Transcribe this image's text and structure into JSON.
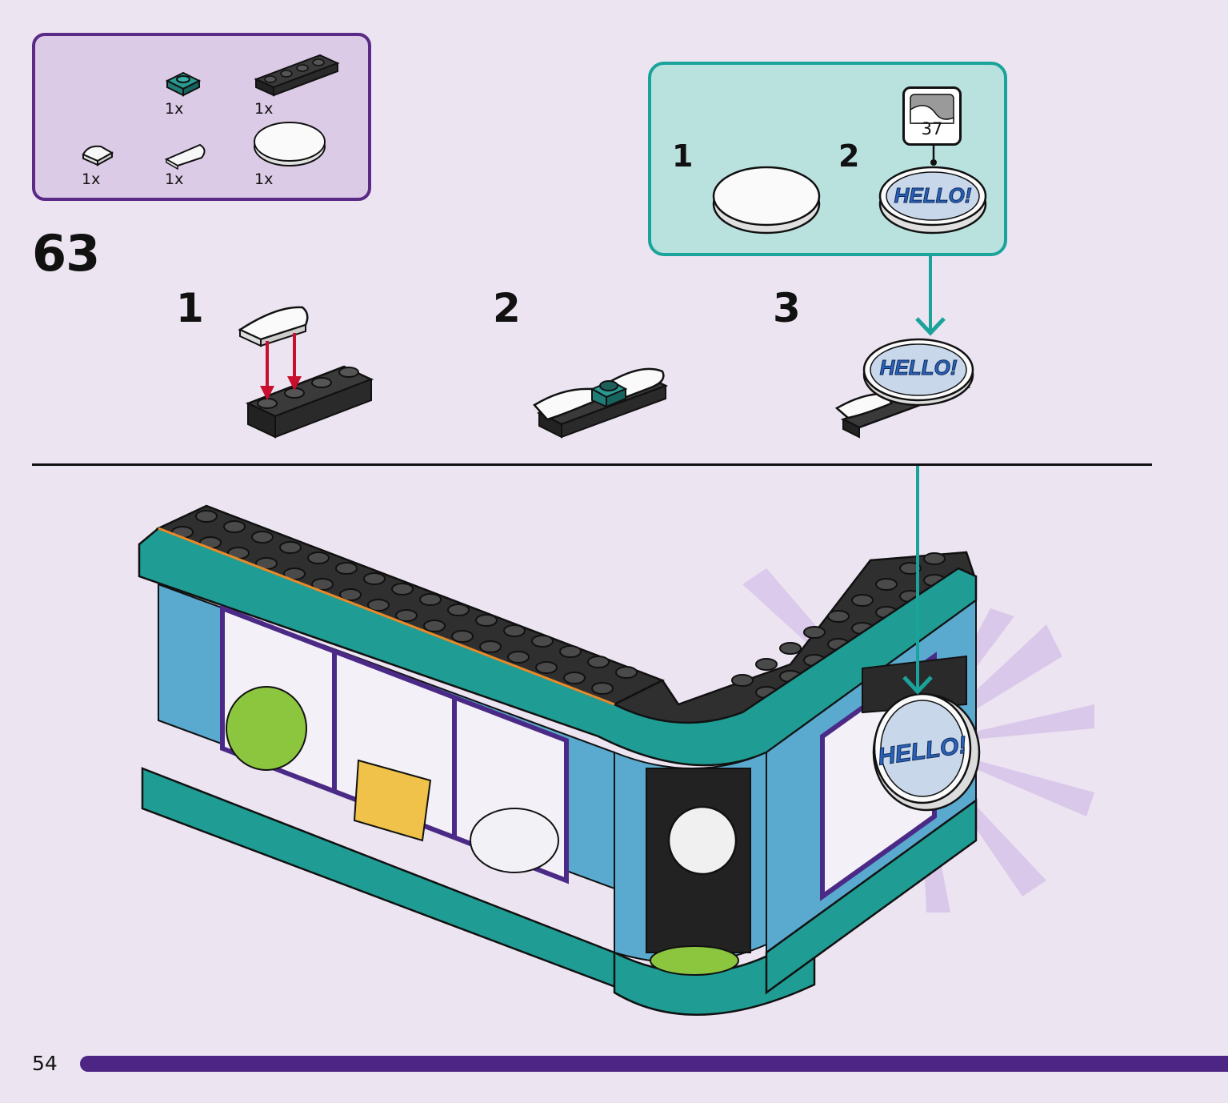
{
  "parts": {
    "items": [
      {
        "name": "teal-plate-1x1",
        "qty": "1x"
      },
      {
        "name": "black-plate-1x4",
        "qty": "1x"
      },
      {
        "name": "white-tile-quarter-round",
        "qty": "1x"
      },
      {
        "name": "white-tile-half-round",
        "qty": "1x"
      },
      {
        "name": "white-tile-round-2x2",
        "qty": "1x"
      }
    ]
  },
  "step": {
    "number": "63",
    "sub_steps": [
      "1",
      "2",
      "3"
    ]
  },
  "sub_assembly": {
    "steps": [
      "1",
      "2"
    ],
    "sticker_number": "37",
    "sticker_text": "HELLO!"
  },
  "sign_text": "HELLO!",
  "page": {
    "number": "54"
  },
  "colors": {
    "background": "#ece4f1",
    "parts_border": "#5a2a86",
    "sub_box_border": "#1aa39a",
    "arrow_teal": "#1aa39a",
    "arrow_red": "#c8102e",
    "progress": "#4d2585"
  }
}
